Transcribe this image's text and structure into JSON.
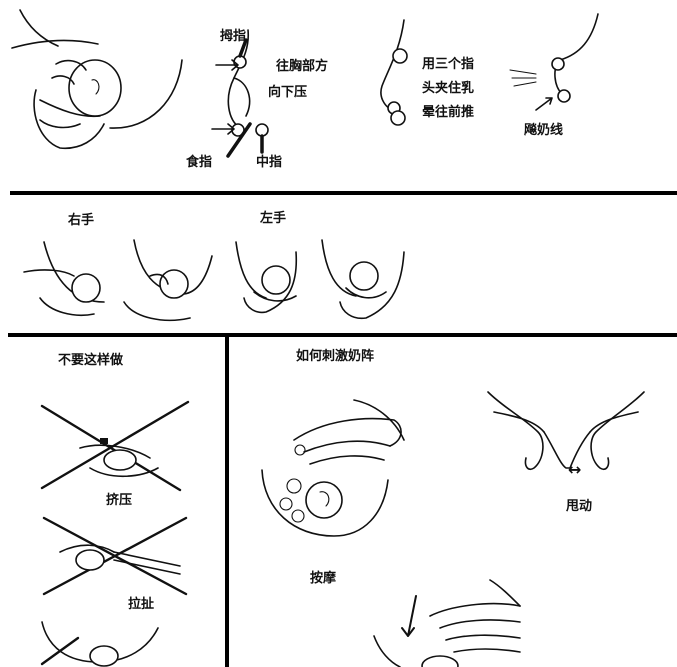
{
  "colors": {
    "ink": "#111111",
    "background": "#ffffff"
  },
  "top": {
    "thumb_label": "拇指",
    "press_line1": "往胸部方",
    "press_line2": "向下压",
    "index_label": "食指",
    "middle_label": "中指",
    "three_finger_line1": "用三个指",
    "three_finger_line2": "头夹住乳",
    "three_finger_line3": "晕往前推",
    "milk_line_label": "飚奶线"
  },
  "middle": {
    "right_hand_label": "右手",
    "left_hand_label": "左手"
  },
  "bottom_left": {
    "title": "不要这样做",
    "squeeze_label": "挤压",
    "pull_label": "拉扯"
  },
  "bottom_right": {
    "title": "如何刺激奶阵",
    "shake_label": "甩动",
    "shake_arrow": "↔",
    "massage_label": "按摩"
  }
}
